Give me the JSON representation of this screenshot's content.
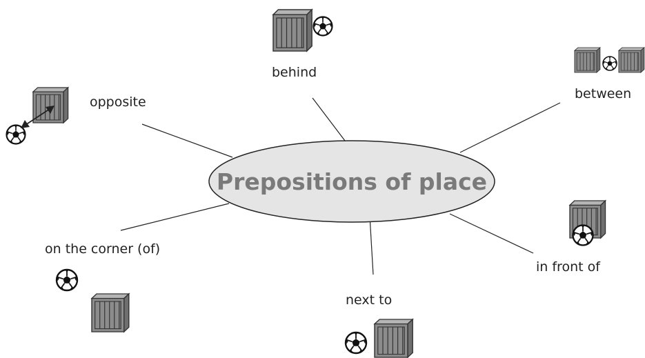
{
  "center": {
    "label": "Prepositions of place",
    "fill": "#e5e5e5",
    "text_color": "#7a7a7a"
  },
  "prepositions": [
    {
      "key": "behind",
      "label": "behind"
    },
    {
      "key": "between",
      "label": "between"
    },
    {
      "key": "opposite",
      "label": "opposite"
    },
    {
      "key": "on_the_corner",
      "label": "on the corner (of)"
    },
    {
      "key": "next_to",
      "label": "next to"
    },
    {
      "key": "in_front_of",
      "label": "in front of"
    }
  ],
  "colors": {
    "box_fill": "#8c8c8c",
    "box_top": "#b5b5b5",
    "box_side": "#6f6f6f",
    "line": "#222222"
  },
  "icons": [
    "box-icon",
    "soccer-ball-icon",
    "double-arrow-icon"
  ]
}
